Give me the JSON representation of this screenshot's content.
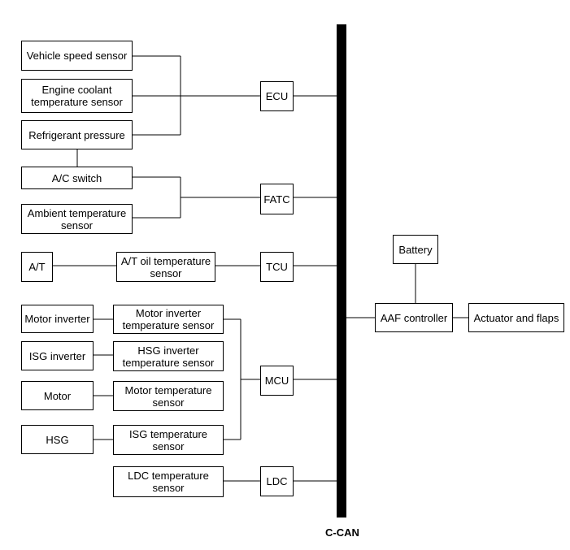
{
  "bus": {
    "label": "C-CAN"
  },
  "boxes": {
    "vehicle_speed": "Vehicle speed sensor",
    "engine_coolant": "Engine coolant\ntemperature sensor",
    "refrigerant": "Refrigerant pressure",
    "ac_switch": "A/C switch",
    "ambient": "Ambient temperature\nsensor",
    "ecu": "ECU",
    "fatc": "FATC",
    "at": "A/T",
    "at_oil": "A/T oil temperature\nsensor",
    "tcu": "TCU",
    "motor_inverter": "Motor inverter",
    "motor_inverter_temp": "Motor inverter\ntemperature sensor",
    "isg_inverter": "ISG inverter",
    "hsg_inverter_temp": "HSG inverter\ntemperature sensor",
    "motor": "Motor",
    "motor_temp": "Motor temperature\nsensor",
    "hsg": "HSG",
    "isg_temp": "ISG temperature\nsensor",
    "mcu": "MCU",
    "ldc_temp": "LDC temperature\nsensor",
    "ldc": "LDC",
    "battery": "Battery",
    "aaf": "AAF controller",
    "actuator": "Actuator and flaps"
  }
}
